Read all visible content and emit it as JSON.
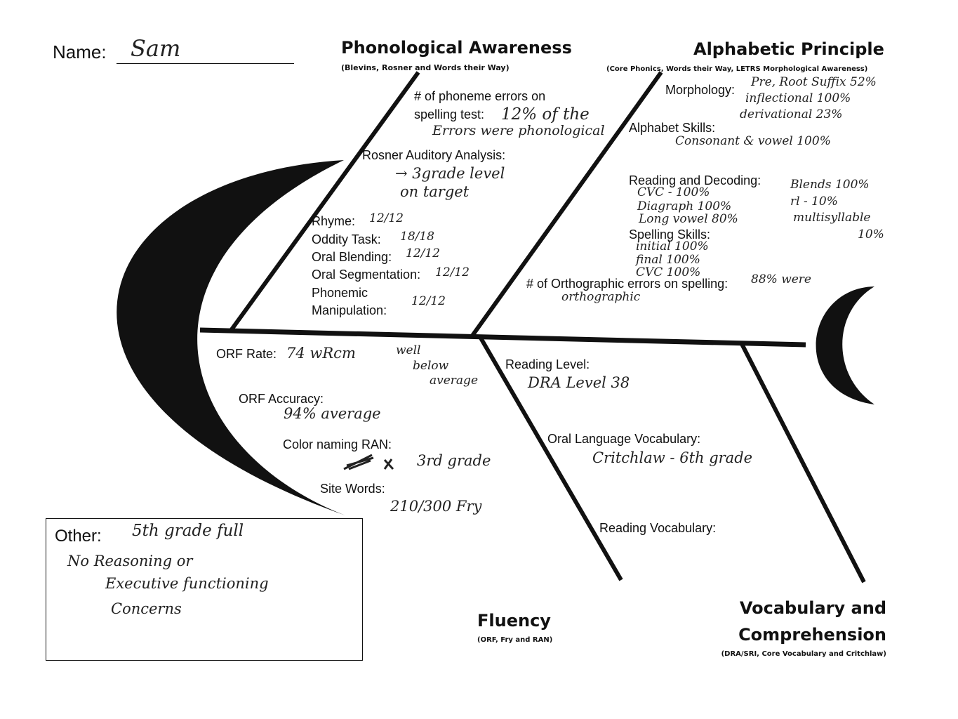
{
  "name": {
    "label": "Name:",
    "value": "Sam"
  },
  "phonological": {
    "title": "Phonological Awareness",
    "sources": "(Blevins, Rosner and Words their Way)",
    "phoneme_errors_label_1": "# of phoneme errors on",
    "phoneme_errors_label_2": "spelling test:",
    "phoneme_errors_value_1": "12% of the",
    "phoneme_errors_value_2": "Errors were phonological",
    "rosner_label": "Rosner Auditory Analysis:",
    "rosner_value_1": "→ 3grade level",
    "rosner_value_2": "on target",
    "rhyme_label": "Rhyme:",
    "rhyme_value": "12/12",
    "oddity_label": "Oddity Task:",
    "oddity_value": "18/18",
    "blending_label": "Oral Blending:",
    "blending_value": "12/12",
    "segmentation_label": "Oral Segmentation:",
    "segmentation_value": "12/12",
    "manipulation_label_1": "Phonemic",
    "manipulation_label_2": "Manipulation:",
    "manipulation_value": "12/12"
  },
  "alphabetic": {
    "title": "Alphabetic Principle",
    "sources": "(Core Phonics, Words their Way, LETRS Morphological Awareness)",
    "morphology_label": "Morphology:",
    "morphology_value_1": "Pre, Root Suffix 52%",
    "morphology_value_2": "inflectional   100%",
    "morphology_value_3": "derivational   23%",
    "alphabet_label": "Alphabet Skills:",
    "alphabet_value": "Consonant & vowel  100%",
    "decoding_label": "Reading and Decoding:",
    "decoding_value_1": "CVC - 100%",
    "decoding_value_2": "Diagraph 100%",
    "decoding_value_3": "Long vowel  80%",
    "decoding_value_4": "Blends 100%",
    "decoding_value_5": "rl  -  10%",
    "decoding_value_6": "multisyllable",
    "decoding_value_7": "10%",
    "spelling_label": "Spelling Skills:",
    "spelling_value_1": "initial   100%",
    "spelling_value_2": "final    100%",
    "spelling_value_3": "CVC    100%",
    "orthographic_label": "# of Orthographic errors on spelling:",
    "orthographic_value_1": "88% were",
    "orthographic_value_2": "orthographic"
  },
  "fluency": {
    "title": "Fluency",
    "sources": "(ORF, Fry and RAN)",
    "orf_rate_label": "ORF Rate:",
    "orf_rate_value": "74 wRcm",
    "orf_rate_note_1": "well",
    "orf_rate_note_2": "below",
    "orf_rate_note_3": "average",
    "orf_accuracy_label": "ORF Accuracy:",
    "orf_accuracy_value": "94%  average",
    "ran_label": "Color naming RAN:",
    "ran_value": "3rd grade",
    "site_words_label": "Site Words:",
    "site_words_value": "210/300 Fry"
  },
  "vocabulary": {
    "title_1": "Vocabulary and",
    "title_2": "Comprehension",
    "sources": "(DRA/SRI, Core Vocabulary  and Critchlaw)",
    "reading_level_label": "Reading Level:",
    "reading_level_value": "DRA Level 38",
    "oral_vocab_label": "Oral Language Vocabulary:",
    "oral_vocab_value": "Critchlaw - 6th grade",
    "reading_vocab_label": "Reading Vocabulary:"
  },
  "other": {
    "label": "Other:",
    "value_1": "5th grade    full",
    "value_2": "No Reasoning  or",
    "value_3": "Executive functioning",
    "value_4": "Concerns"
  }
}
